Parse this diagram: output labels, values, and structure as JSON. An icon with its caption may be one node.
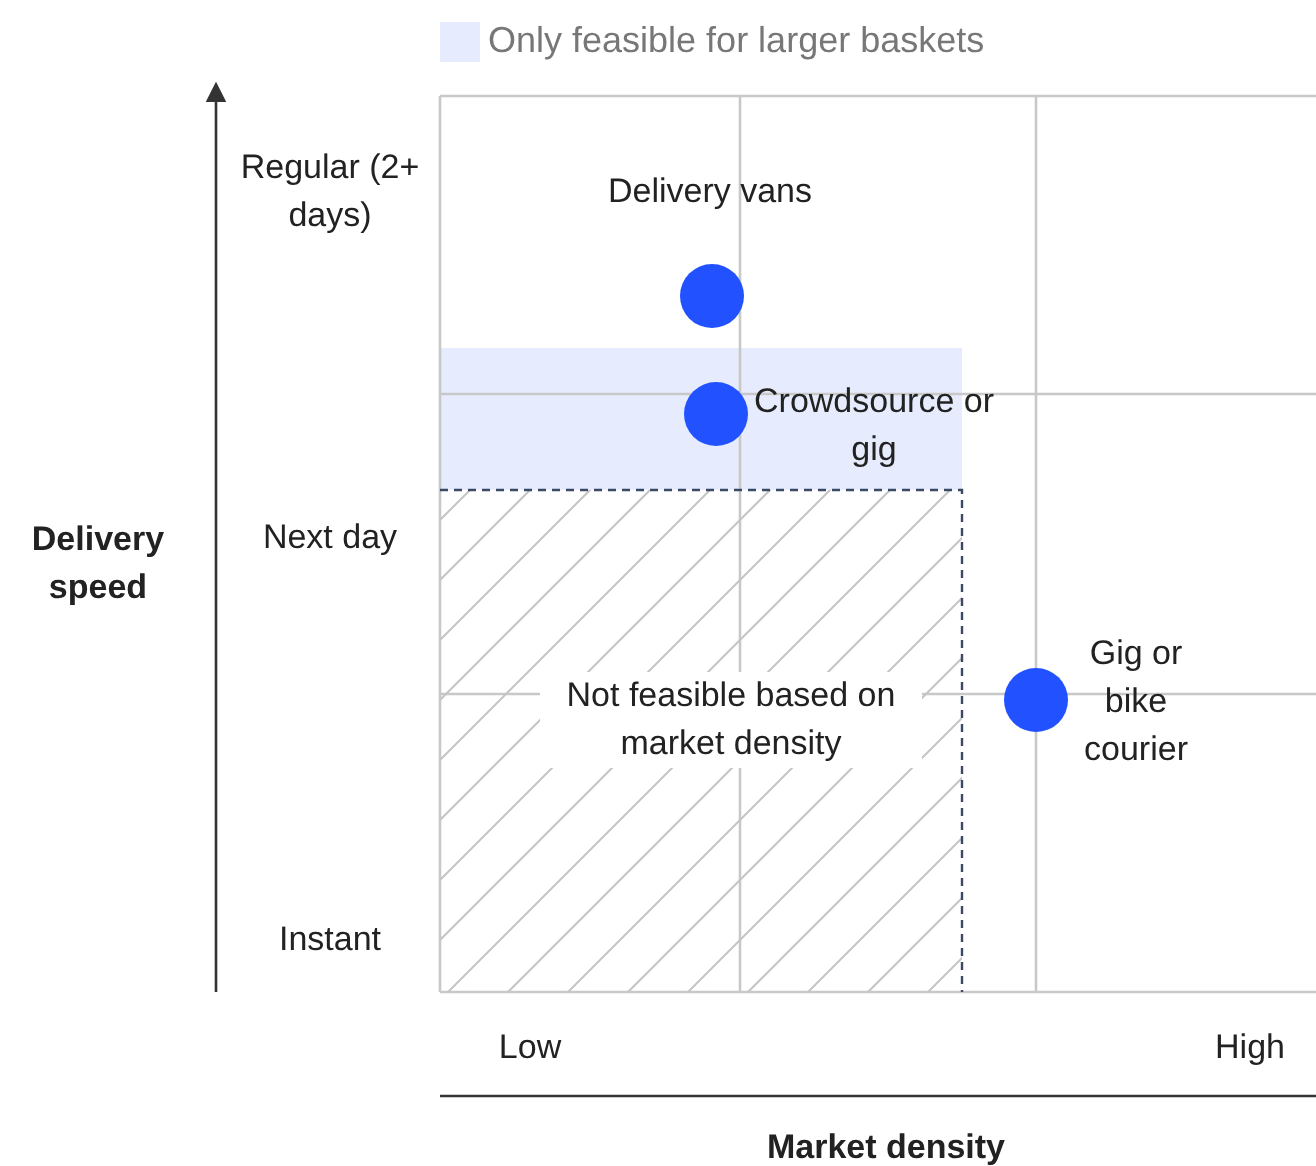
{
  "diagram": {
    "nodes": [
      {
        "text": [
          "Not feasible based on market density"
        ]
      },
      {
        "text": [],
        "shape": "circle",
        "beside": [
          "Delivery vans"
        ]
      },
      {
        "text": [],
        "shape": "circle",
        "beside": [
          "Crowdsource or gig"
        ]
      },
      {
        "text": [],
        "shape": "circle",
        "beside": [
          "Gig or bike courier"
        ]
      }
    ],
    "labels": [
      "Regular (2+ days)",
      "Next day",
      "Delivery speed",
      "Instant",
      "Low",
      "High",
      "Market density"
    ],
    "legend": [
      {
        "text": "Only feasible for larger baskets",
        "color": "#e6ecfd"
      }
    ]
  }
}
